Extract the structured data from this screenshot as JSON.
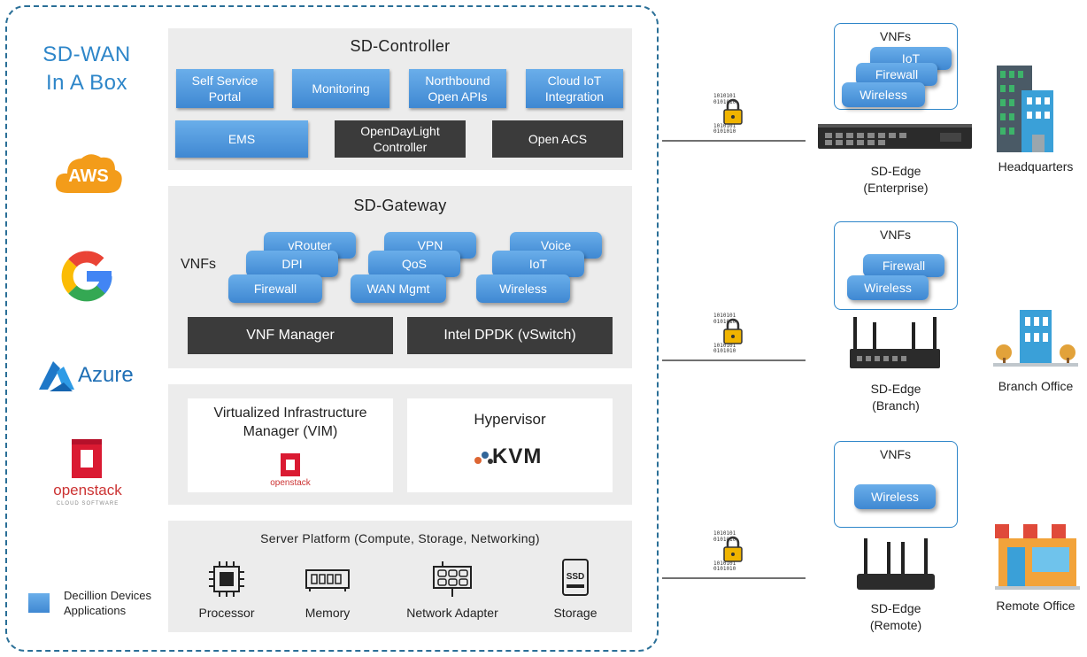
{
  "title_lines": [
    "SD-WAN",
    "In A Box"
  ],
  "clouds": {
    "aws": "AWS",
    "azure": "Azure",
    "openstack": "openstack",
    "openstack_sub": "CLOUD SOFTWARE"
  },
  "legend": {
    "lines": [
      "Decillion Devices",
      "Applications"
    ]
  },
  "controller": {
    "title": "SD-Controller",
    "blue_buttons": [
      "Self Service\nPortal",
      "Monitoring",
      "Northbound\nOpen APIs",
      "Cloud IoT\nIntegration"
    ],
    "ems": "EMS",
    "odl": "OpenDayLight\nController",
    "acs": "Open ACS"
  },
  "gateway": {
    "title": "SD-Gateway",
    "vnfs_label": "VNFs",
    "stack1": [
      "vRouter",
      "DPI",
      "Firewall"
    ],
    "stack2": [
      "VPN",
      "QoS",
      "WAN Mgmt"
    ],
    "stack3": [
      "Voice",
      "IoT",
      "Wireless"
    ],
    "vnf_manager": "VNF Manager",
    "dpdk": "Intel DPDK (vSwitch)"
  },
  "virtual": {
    "vim": "Virtualized Infrastructure\nManager (VIM)",
    "vim_logo": "openstack",
    "hypervisor": "Hypervisor",
    "kvm": "KVM"
  },
  "server": {
    "title": "Server Platform (Compute, Storage, Networking)",
    "items": [
      "Processor",
      "Memory",
      "Network Adapter",
      "Storage"
    ],
    "ssd": "SSD"
  },
  "edges": [
    {
      "vnfs_title": "VNFs",
      "vnfs": [
        "IoT",
        "Firewall",
        "Wireless"
      ],
      "label": "SD-Edge\n(Enterprise)",
      "site": "Headquarters"
    },
    {
      "vnfs_title": "VNFs",
      "vnfs": [
        "Firewall",
        "Wireless"
      ],
      "label": "SD-Edge\n(Branch)",
      "site": "Branch Office"
    },
    {
      "vnfs_title": "VNFs",
      "vnfs": [
        "Wireless"
      ],
      "label": "SD-Edge\n(Remote)",
      "site": "Remote Office"
    }
  ],
  "colors": {
    "accent": "#2e86c9",
    "blue_button": "#4a90d9",
    "dark_button": "#3b3b3b",
    "panel": "#ececec"
  }
}
